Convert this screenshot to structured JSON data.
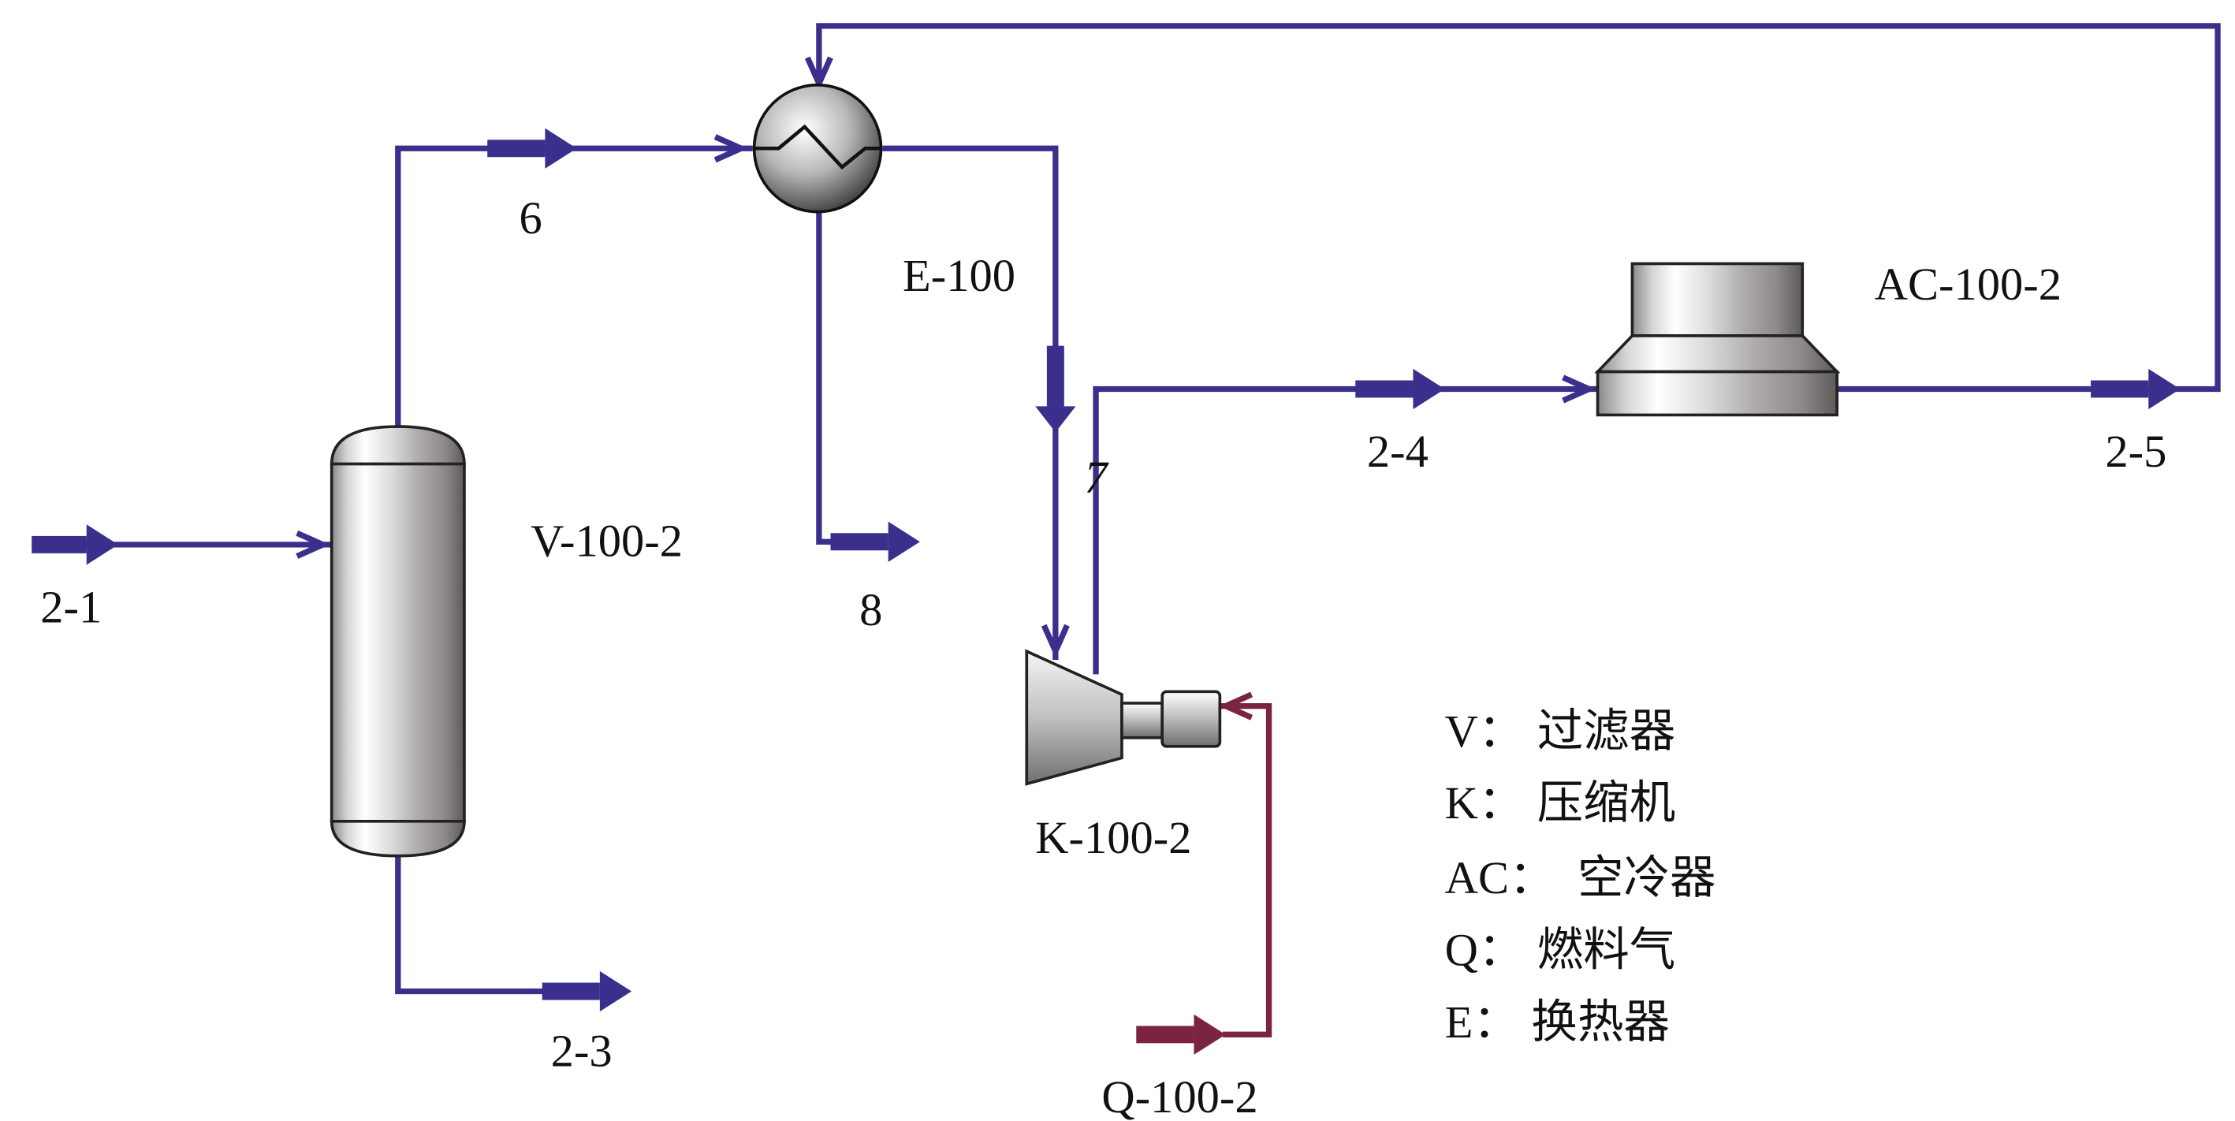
{
  "diagram": {
    "type": "process-flow-diagram",
    "colors": {
      "material_stream": "#3a2f8c",
      "energy_stream": "#7a2440",
      "equipment_metal": "#b8b8b8",
      "text": "#111111"
    },
    "equipment": [
      {
        "id": "V-100-2",
        "label": "V-100-2",
        "kind": "vessel"
      },
      {
        "id": "E-100",
        "label": "E-100",
        "kind": "heat-exchanger"
      },
      {
        "id": "K-100-2",
        "label": "K-100-2",
        "kind": "compressor"
      },
      {
        "id": "AC-100-2",
        "label": "AC-100-2",
        "kind": "air-cooler"
      }
    ],
    "streams": [
      {
        "id": "2-1",
        "label": "2-1",
        "from": "feed",
        "to": "V-100-2"
      },
      {
        "id": "6",
        "label": "6",
        "from": "V-100-2",
        "to": "E-100"
      },
      {
        "id": "2-3",
        "label": "2-3",
        "from": "V-100-2",
        "to": "product"
      },
      {
        "id": "8",
        "label": "8",
        "from": "E-100",
        "to": "product"
      },
      {
        "id": "7",
        "label": "7",
        "from": "E-100",
        "to": "K-100-2"
      },
      {
        "id": "2-4",
        "label": "2-4",
        "from": "K-100-2",
        "to": "AC-100-2"
      },
      {
        "id": "2-5",
        "label": "2-5",
        "from": "AC-100-2",
        "to": "E-100"
      },
      {
        "id": "Q-100-2",
        "label": "Q-100-2",
        "from": "energy",
        "to": "K-100-2"
      }
    ],
    "legend": [
      {
        "key": "V：",
        "value": "过滤器"
      },
      {
        "key": "K：",
        "value": "压缩机"
      },
      {
        "key": "AC：",
        "value": "空冷器"
      },
      {
        "key": "Q：",
        "value": "燃料气"
      },
      {
        "key": "E：",
        "value": "换热器"
      }
    ]
  }
}
